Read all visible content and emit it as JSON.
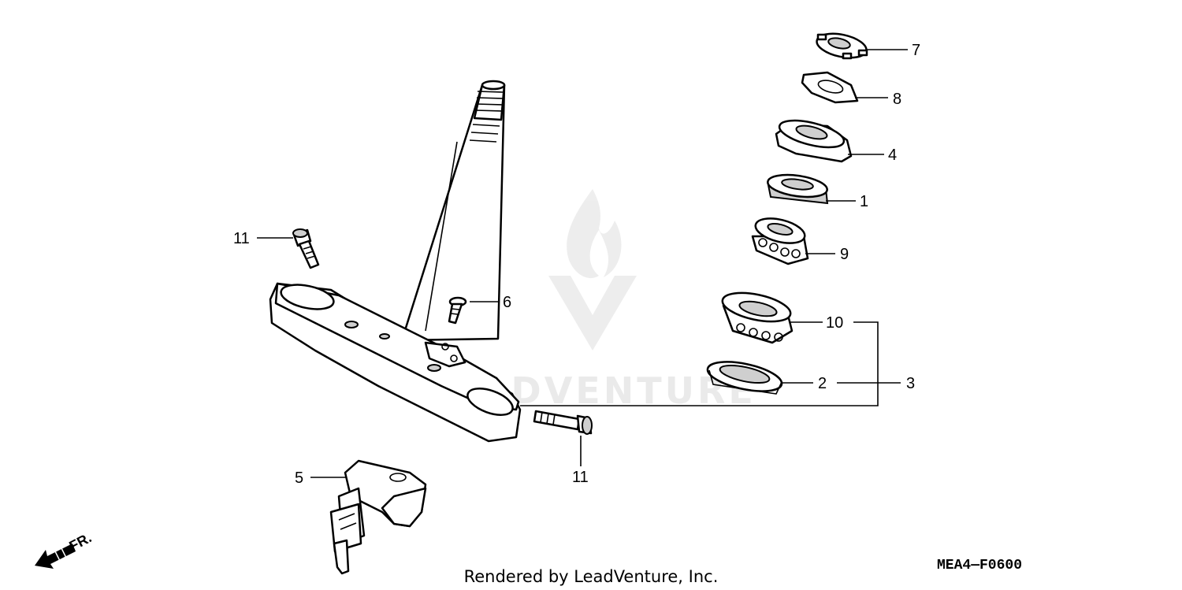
{
  "watermark": {
    "text": "LEADVENTURE"
  },
  "callouts": {
    "c1": "1",
    "c2": "2",
    "c3": "3",
    "c4": "4",
    "c5": "5",
    "c6": "6",
    "c7": "7",
    "c8": "8",
    "c9": "9",
    "c10": "10",
    "c11a": "11",
    "c11b": "11"
  },
  "direction": {
    "label": "FR."
  },
  "footer": {
    "rendered_by": "Rendered by LeadVenture, Inc."
  },
  "diagram_code": "MEA4—F0600"
}
